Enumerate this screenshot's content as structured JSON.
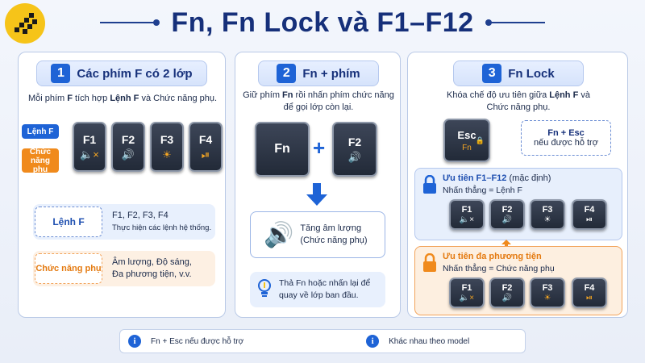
{
  "title": "Fn, Fn Lock và F1–F12",
  "panel1": {
    "num": "1",
    "heading": "Các phím F có 2 lớp",
    "desc_pre": "Mỗi phím ",
    "desc_b1": "F",
    "desc_mid": " tích hợp ",
    "desc_b2": "Lệnh F",
    "desc_post": " và Chức năng phụ.",
    "tag_lenh": "Lệnh F",
    "tag_chuc1": "Chức năng",
    "tag_chuc2": "phụ",
    "keys": [
      {
        "label": "F1",
        "icon": "🔈×"
      },
      {
        "label": "F2",
        "icon": "🔊"
      },
      {
        "label": "F3",
        "icon": "☀"
      },
      {
        "label": "F4",
        "icon": "⏯"
      }
    ],
    "lenh_label": "Lệnh F",
    "lenh_line1": "F1, F2, F3, F4",
    "lenh_line2": "Thực hiện các lệnh hệ thống.",
    "chuc_label": "Chức năng phụ",
    "chuc_line1": "Âm lượng, Độ sáng,",
    "chuc_line2": "Đa phương tiện, v.v."
  },
  "panel2": {
    "num": "2",
    "heading": "Fn + phím",
    "desc_pre": "Giữ phím ",
    "desc_b": "Fn",
    "desc_post1": " rồi nhấn phím chức năng",
    "desc_line2": "để gọi lớp còn lại.",
    "fn_key": "Fn",
    "plus": "+",
    "f2_key": "F2",
    "result_line1": "Tăng âm lượng",
    "result_line2": "(Chức năng phụ)",
    "tip_line1": "Thả Fn hoặc nhấn lại để",
    "tip_line2": "quay về lớp ban đầu."
  },
  "panel3": {
    "num": "3",
    "heading": "Fn Lock",
    "desc_pre": "Khóa chế độ ưu tiên giữa ",
    "desc_b": "Lệnh F",
    "desc_post": " và",
    "desc_line2": "Chức năng phụ.",
    "esc_label": "Esc",
    "esc_sub": "Fn",
    "combo_line1": "Fn + Esc",
    "combo_line2": "nếu được hỗ trợ",
    "pri1_title": "Ưu tiên F1–F12",
    "pri1_note": " (mặc định)",
    "pri1_sub": "Nhấn thẳng = Lệnh F",
    "pri2_title": "Ưu tiên đa phương tiện",
    "pri2_sub": "Nhấn thẳng = Chức năng phụ",
    "keys": [
      {
        "label": "F1",
        "icon": "🔈×"
      },
      {
        "label": "F2",
        "icon": "🔊"
      },
      {
        "label": "F3",
        "icon": "☀"
      },
      {
        "label": "F4",
        "icon": "⏯"
      }
    ]
  },
  "footer": {
    "item1": "Fn + Esc nếu được hỗ trợ",
    "item2": "Khác nhau theo model",
    "info_glyph": "i"
  },
  "colors": {
    "accent_blue": "#1e63d6",
    "accent_orange": "#f08a1c",
    "title_navy": "#16307a",
    "logo_yellow": "#f6c419"
  },
  "icons": [
    "logo-icon",
    "mute-icon",
    "volume-icon",
    "brightness-icon",
    "play-pause-icon",
    "lock-icon",
    "arrow-down-icon",
    "bulb-icon",
    "info-icon"
  ]
}
